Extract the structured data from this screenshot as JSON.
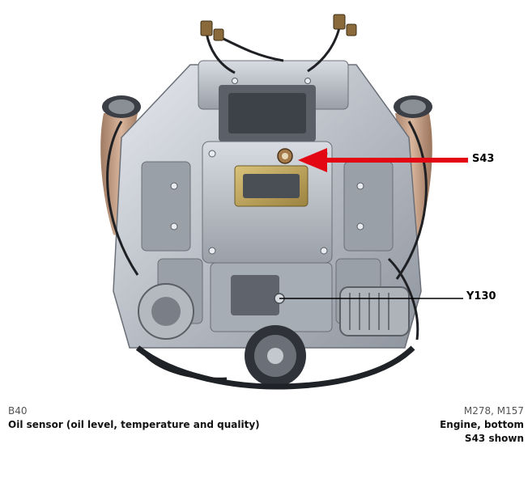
{
  "callouts": {
    "s43": "S43",
    "y130": "Y130"
  },
  "caption": {
    "component_code": "B40",
    "component_desc": "Oil sensor (oil level, temperature and quality)",
    "models": "M278, M157",
    "view": "Engine, bottom",
    "shown": "S43 shown"
  },
  "colors": {
    "arrow": "#e30613",
    "leader_line": "#000000",
    "engine_body": "#c9cdd3",
    "exhaust": "#c8a488",
    "background": "#ffffff"
  }
}
